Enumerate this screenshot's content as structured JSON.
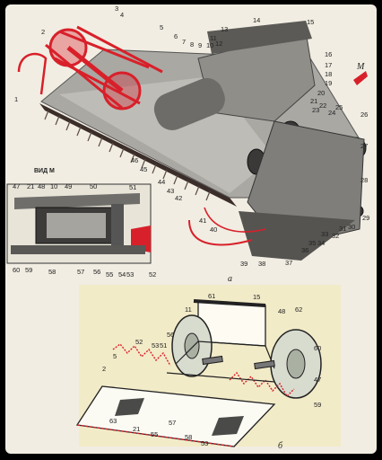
{
  "figure": {
    "label_a": "а",
    "label_b": "б",
    "view_caption": "ВИД М",
    "arrow_label": "М"
  },
  "colors": {
    "red": "#d8202a",
    "metal": "#8c8b88",
    "dark": "#2c2b2a",
    "tire": "#d8dccf",
    "paper": "#f1ede2"
  },
  "main_callouts": [
    "1",
    "2",
    "3",
    "4",
    "5",
    "6",
    "7",
    "8",
    "9",
    "10",
    "11",
    "12",
    "13",
    "14",
    "15",
    "16",
    "17",
    "18",
    "19",
    "20",
    "21",
    "22",
    "23",
    "24",
    "25",
    "26",
    "27",
    "28",
    "29",
    "30",
    "31",
    "32",
    "33",
    "34",
    "35",
    "36",
    "37",
    "38",
    "39",
    "40",
    "41",
    "42",
    "43",
    "44",
    "45",
    "46"
  ],
  "inset_callouts": [
    "47",
    "21",
    "48",
    "10",
    "49",
    "50",
    "51",
    "52",
    "53",
    "54",
    "55",
    "56",
    "57",
    "58",
    "59",
    "60"
  ],
  "schematic_callouts": [
    "61",
    "15",
    "11",
    "48",
    "62",
    "56",
    "52",
    "53",
    "51",
    "5",
    "2",
    "60",
    "47",
    "59",
    "63",
    "21",
    "55",
    "57",
    "58",
    "53"
  ]
}
